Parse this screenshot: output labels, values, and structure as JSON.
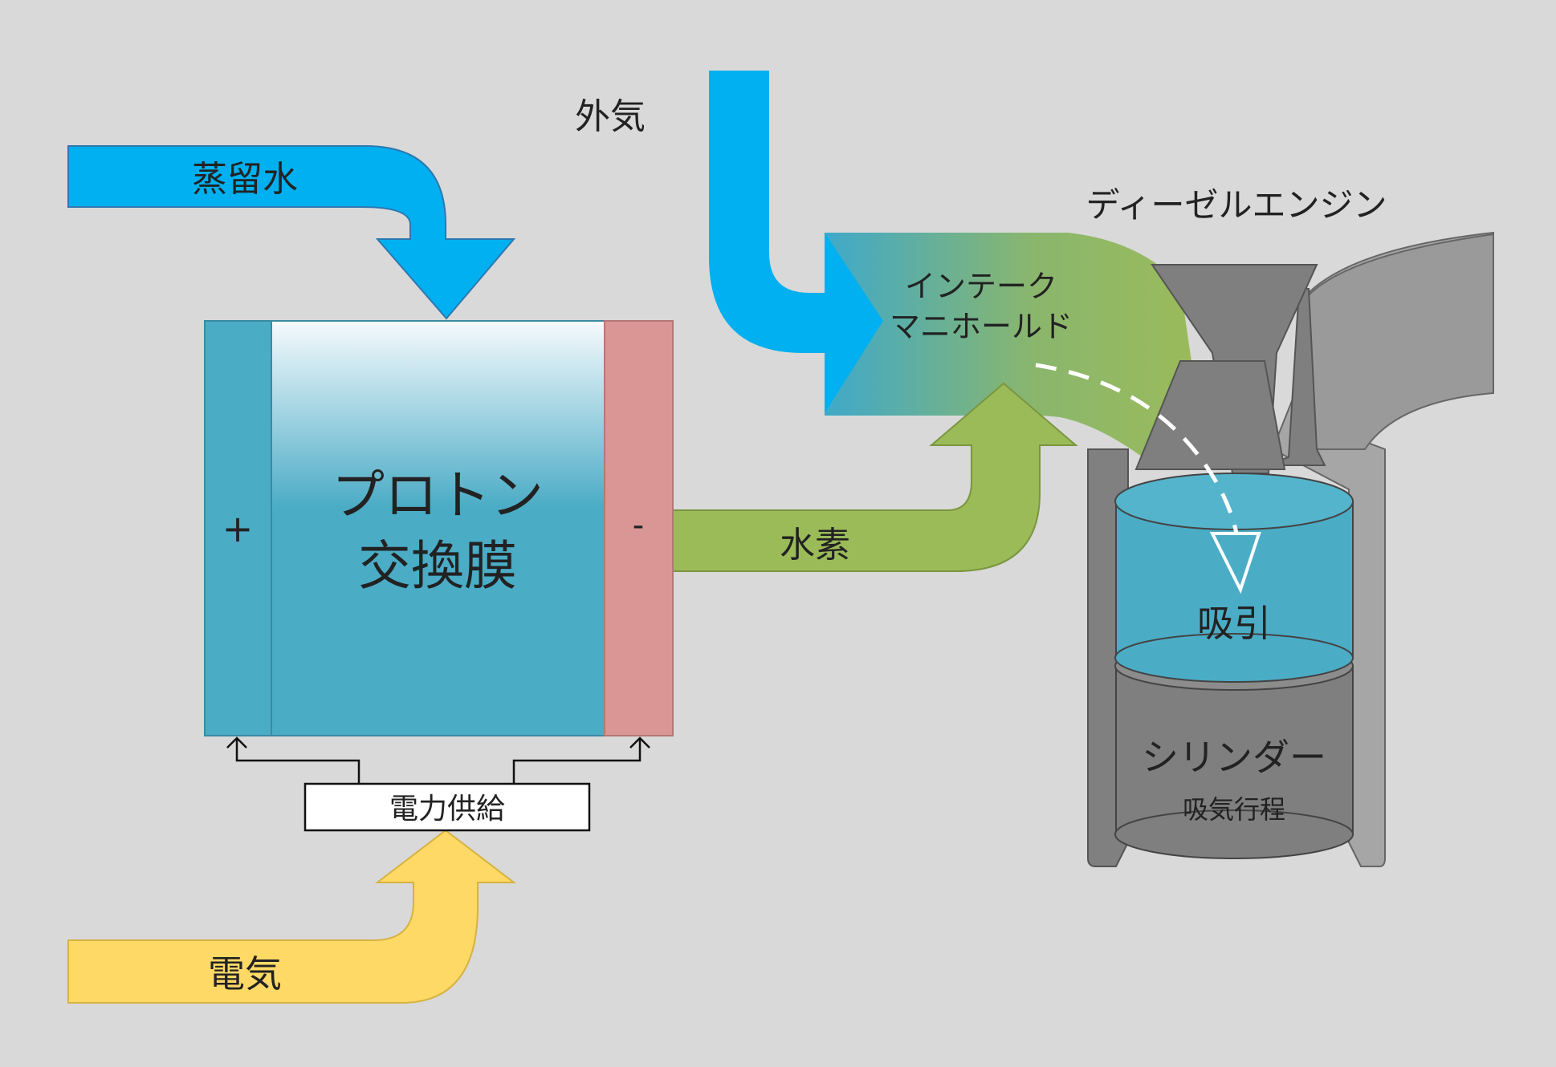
{
  "labels": {
    "distilled_water": "蒸留水",
    "outside_air": "外気",
    "diesel_engine": "ディーゼルエンジン",
    "intake_manifold_line1": "インテーク",
    "intake_manifold_line2": "マニホールド",
    "pem_line1": "プロトン",
    "pem_line2": "交換膜",
    "plus": "+",
    "minus": "-",
    "hydrogen": "水素",
    "suction": "吸引",
    "cylinder": "シリンダー",
    "intake_stroke": "吸気行程",
    "power_supply": "電力供給",
    "electricity": "電気"
  },
  "colors": {
    "background": "#d9d9d9",
    "water_blue": "#00b0f0",
    "hydrogen_green": "#9bbb59",
    "electricity_yellow": "#ffd966",
    "pem_blue": "#4bacc6",
    "cathode_pink": "#d99694",
    "engine_gray": "#808080",
    "cylinder_gray": "#7f7f7f"
  },
  "icons": {
    "water_arrow": "curved-down-arrow-icon",
    "air_arrow": "curved-right-arrow-icon",
    "hydrogen_arrow": "curved-up-arrow-icon",
    "electricity_arrow": "curved-up-arrow-icon",
    "suction_arrow": "dashed-down-arrow-icon"
  }
}
